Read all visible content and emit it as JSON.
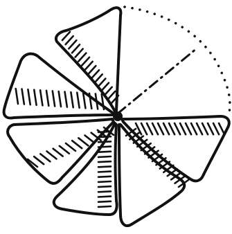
{
  "figure": {
    "description_free": true,
    "blade_count": 6,
    "colors": {
      "background": "#ffffff",
      "ink": "#111111"
    },
    "marks": {
      "missing_blade_outline": "dotted",
      "missing_blade_divider": "dash-dot"
    }
  }
}
